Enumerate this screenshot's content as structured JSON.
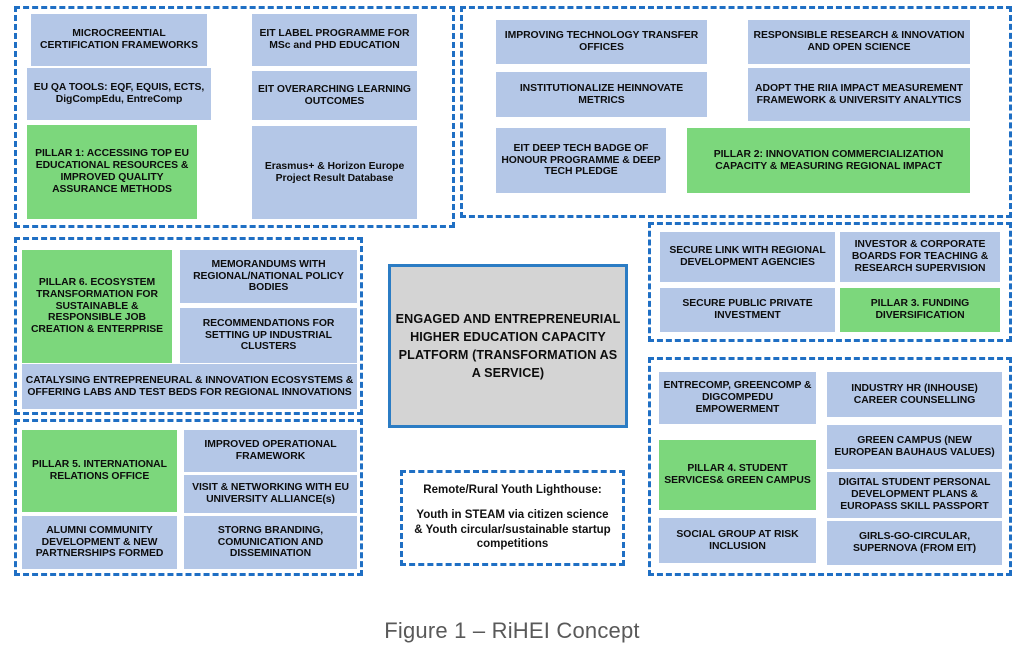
{
  "figure": {
    "caption": "Figure 1 – RiHEI Concept"
  },
  "colors": {
    "node_blue": "#b4c7e7",
    "node_green": "#7cd77c",
    "hub_fill": "#d4d4d4",
    "hub_border": "#2b7cc4",
    "section_border": "#1f6fc4",
    "text": "#0d0d0d",
    "caption_text": "#595959",
    "background": "#ffffff"
  },
  "hub": {
    "label": "ENGAGED AND ENTREPRENEURIAL HIGHER EDUCATION CAPACITY PLATFORM (TRANSFORMATION AS A SERVICE)"
  },
  "lighthouse": {
    "title": "Remote/Rural Youth Lighthouse:",
    "body": "Youth in STEAM via citizen science & Youth circular/sustainable startup competitions"
  },
  "sections": [
    {
      "id": "pillar-1",
      "nodes": [
        {
          "label": "MICROCREENTIAL CERTIFICATION FRAMEWORKS",
          "kind": "blue"
        },
        {
          "label": "EU QA TOOLS: EQF, EQUIS, ECTS, DigCompEdu, EntreComp",
          "kind": "blue"
        },
        {
          "label": "PILLAR 1: ACCESSING TOP EU EDUCATIONAL RESOURCES & IMPROVED QUALITY ASSURANCE METHODS",
          "kind": "green"
        },
        {
          "label": "EIT LABEL PROGRAMME FOR MSc and PHD EDUCATION",
          "kind": "blue"
        },
        {
          "label": "EIT OVERARCHING LEARNING OUTCOMES",
          "kind": "blue"
        },
        {
          "label": "Erasmus+ & Horizon Europe Project Result Database",
          "kind": "blue"
        }
      ]
    },
    {
      "id": "pillar-2",
      "nodes": [
        {
          "label": "IMPROVING TECHNOLOGY TRANSFER OFFICES",
          "kind": "blue"
        },
        {
          "label": "INSTITUTIONALIZE HEINNOVATE METRICS",
          "kind": "blue"
        },
        {
          "label": "EIT DEEP TECH BADGE OF HONOUR PROGRAMME & DEEP TECH PLEDGE",
          "kind": "blue"
        },
        {
          "label": "RESPONSIBLE RESEARCH & INNOVATION AND OPEN SCIENCE",
          "kind": "blue"
        },
        {
          "label": "ADOPT THE RIIA IMPACT MEASUREMENT FRAMEWORK & UNIVERSITY ANALYTICS",
          "kind": "blue"
        },
        {
          "label": "PILLAR 2: INNOVATION COMMERCIALIZATION CAPACITY & MEASURING REGIONAL IMPACT",
          "kind": "green"
        }
      ]
    },
    {
      "id": "pillar-6",
      "nodes": [
        {
          "label": "PILLAR 6. ECOSYSTEM TRANSFORMATION FOR SUSTAINABLE & RESPONSIBLE JOB CREATION & ENTERPRISE",
          "kind": "green"
        },
        {
          "label": "MEMORANDUMS WITH REGIONAL/NATIONAL POLICY BODIES",
          "kind": "blue"
        },
        {
          "label": "RECOMMENDATIONS FOR SETTING UP INDUSTRIAL CLUSTERS",
          "kind": "blue"
        },
        {
          "label": "CATALYSING ENTREPRENEURAL & INNOVATION ECOSYSTEMS & OFFERING LABS AND TEST BEDS FOR REGIONAL INNOVATIONS",
          "kind": "blue"
        }
      ]
    },
    {
      "id": "pillar-5",
      "nodes": [
        {
          "label": "PILLAR 5. INTERNATIONAL RELATIONS OFFICE",
          "kind": "green"
        },
        {
          "label": "IMPROVED OPERATIONAL FRAMEWORK",
          "kind": "blue"
        },
        {
          "label": "VISIT & NETWORKING WITH EU UNIVERSITY ALLIANCE(s)",
          "kind": "blue"
        },
        {
          "label": "ALUMNI COMMUNITY DEVELOPMENT & NEW PARTNERSHIPS FORMED",
          "kind": "blue"
        },
        {
          "label": "STORNG BRANDING, COMUNICATION AND DISSEMINATION",
          "kind": "blue"
        }
      ]
    },
    {
      "id": "pillar-3",
      "nodes": [
        {
          "label": "SECURE LINK WITH REGIONAL DEVELOPMENT AGENCIES",
          "kind": "blue"
        },
        {
          "label": "SECURE PUBLIC PRIVATE INVESTMENT",
          "kind": "blue"
        },
        {
          "label": "INVESTOR & CORPORATE BOARDS FOR TEACHING & RESEARCH SUPERVISION",
          "kind": "blue"
        },
        {
          "label": "PILLAR 3. FUNDING DIVERSIFICATION",
          "kind": "green"
        }
      ]
    },
    {
      "id": "pillar-4",
      "nodes": [
        {
          "label": "ENTRECOMP, GREENCOMP & DIGCOMPEDU EMPOWERMENT",
          "kind": "blue"
        },
        {
          "label": "PILLAR 4. STUDENT SERVICES& GREEN CAMPUS",
          "kind": "green"
        },
        {
          "label": "SOCIAL GROUP AT RISK INCLUSION",
          "kind": "blue"
        },
        {
          "label": "INDUSTRY HR (INHOUSE) CAREER COUNSELLING",
          "kind": "blue"
        },
        {
          "label": "GREEN CAMPUS (NEW EUROPEAN BAUHAUS VALUES)",
          "kind": "blue"
        },
        {
          "label": "DIGITAL STUDENT PERSONAL DEVELOPMENT PLANS  & EUROPASS SKILL PASSPORT",
          "kind": "blue"
        },
        {
          "label": "GIRLS-GO-CIRCULAR, SUPERNOVA (FROM EIT)",
          "kind": "blue"
        }
      ]
    }
  ]
}
